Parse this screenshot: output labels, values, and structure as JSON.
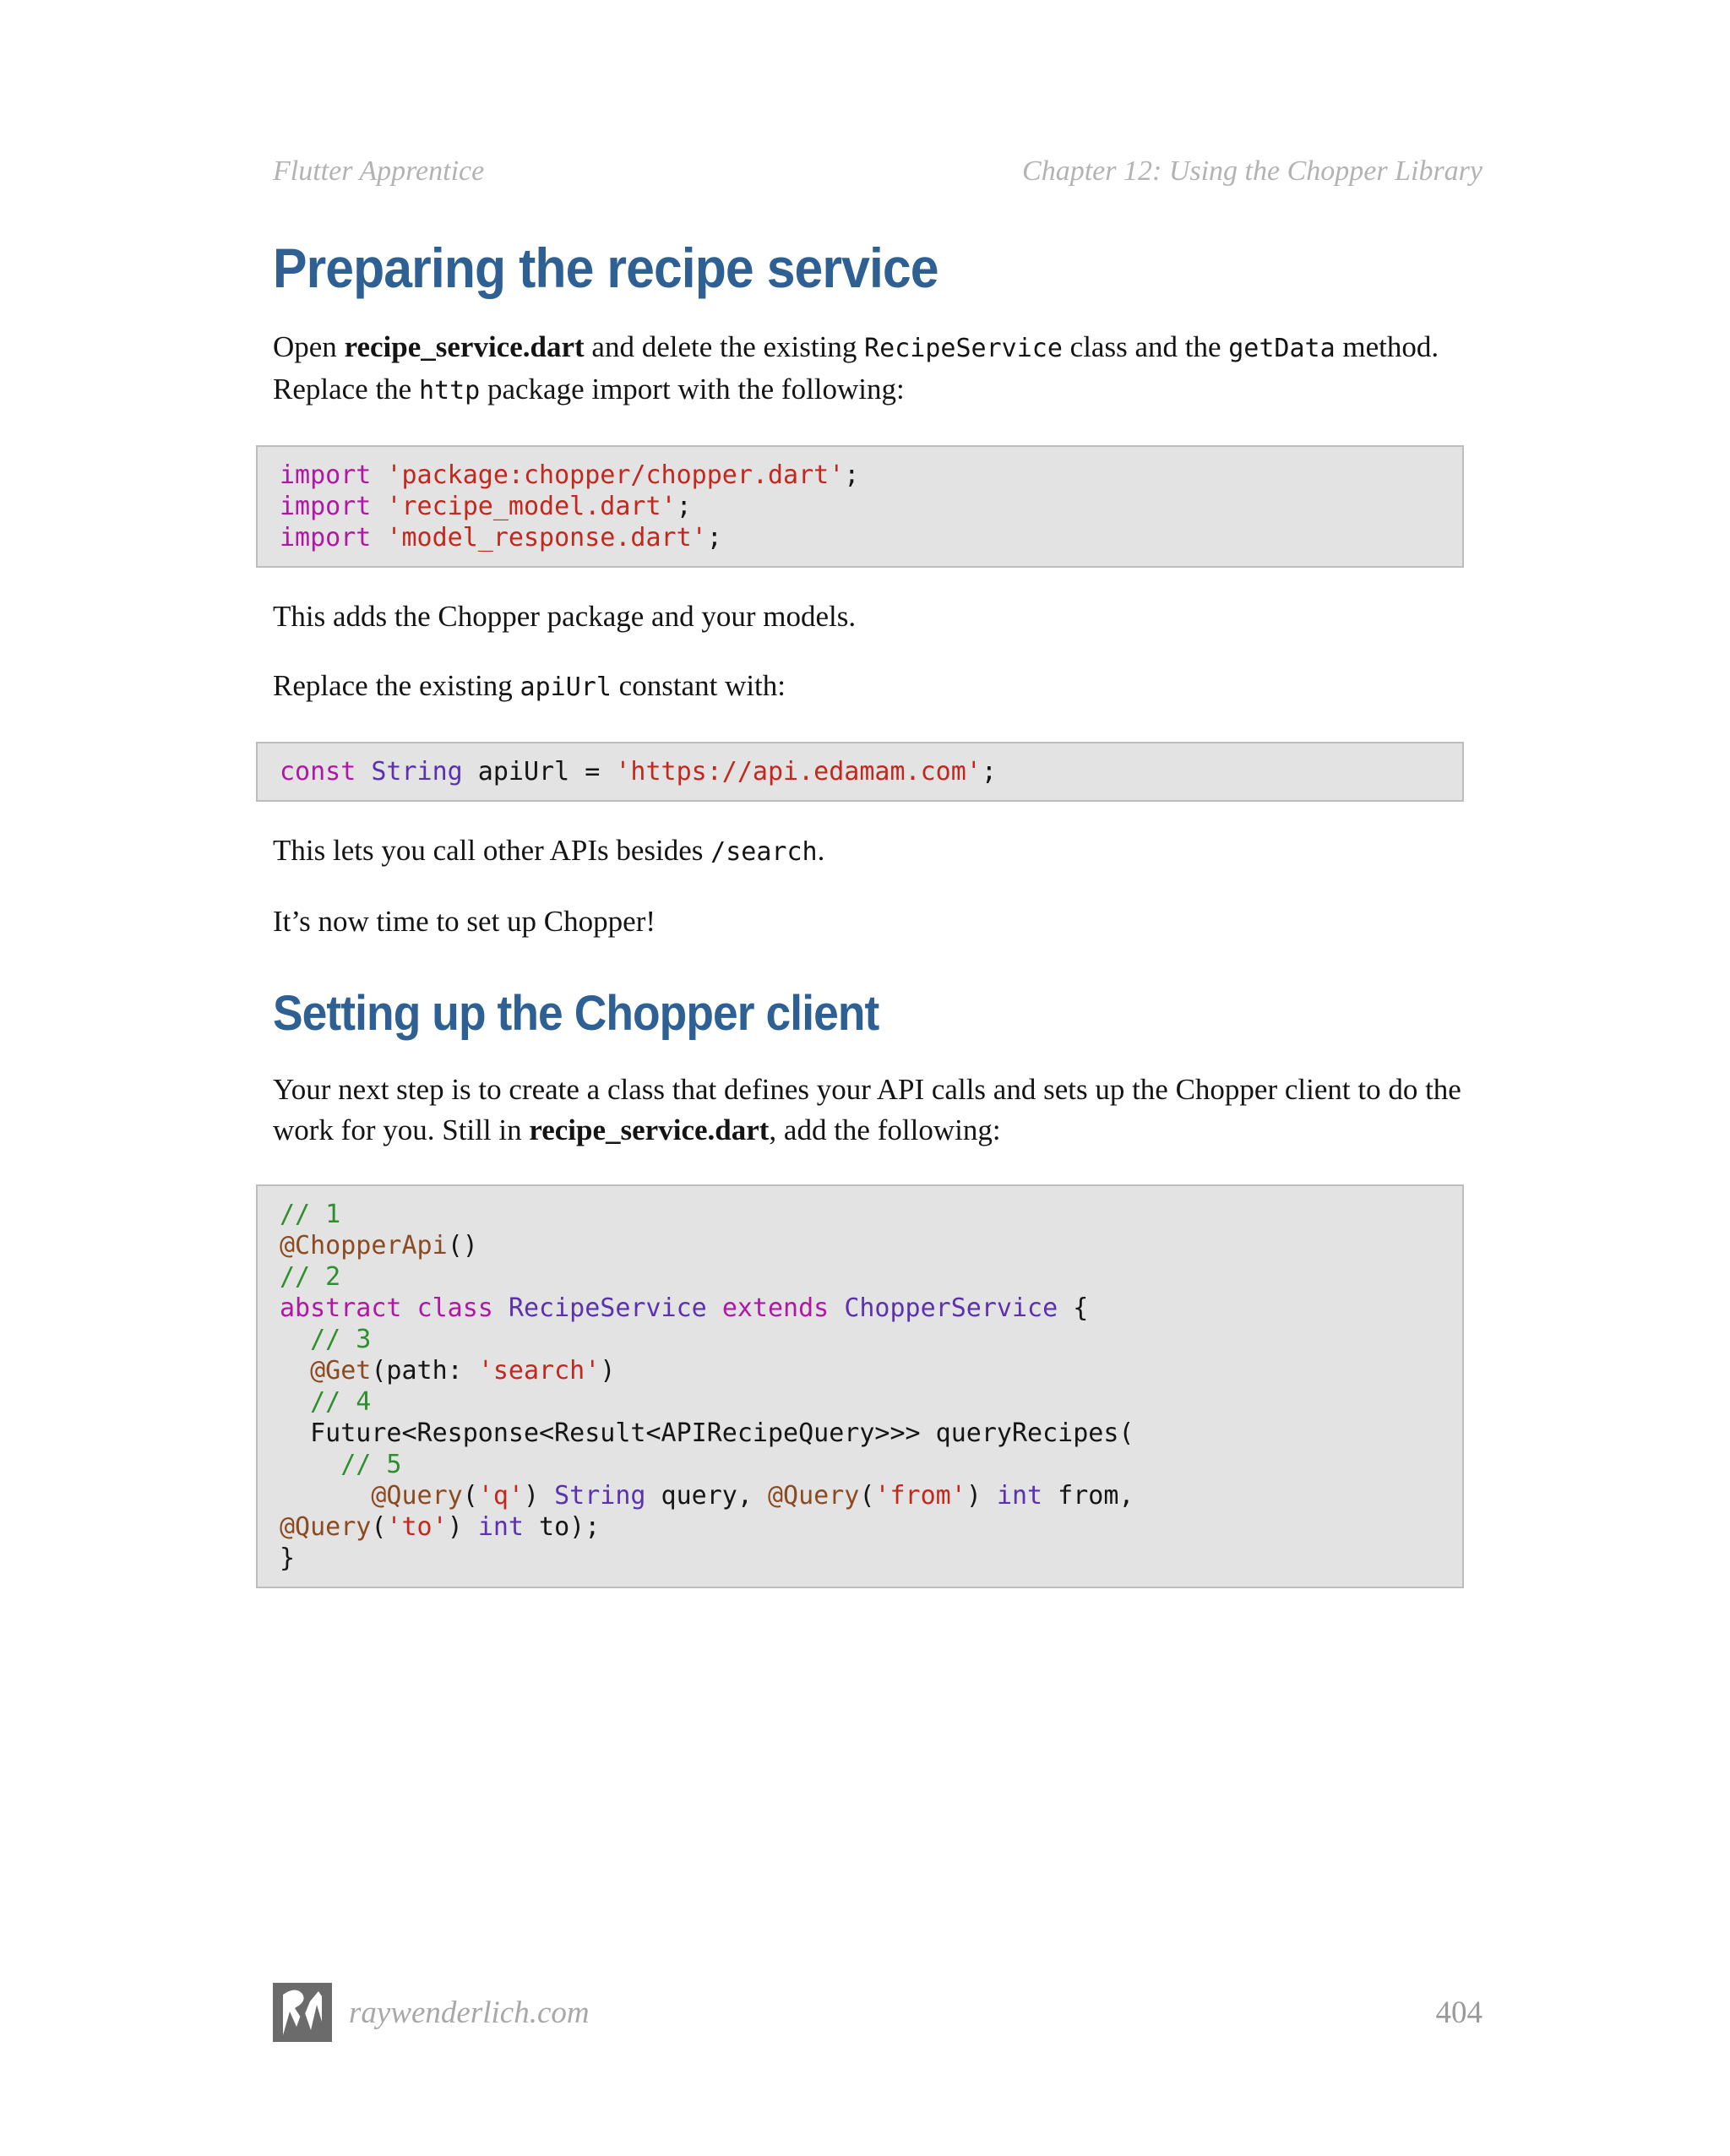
{
  "header": {
    "left": "Flutter Apprentice",
    "right": "Chapter 12: Using the Chopper Library"
  },
  "headings": {
    "h1": "Preparing the recipe service",
    "h2": "Setting up the Chopper client"
  },
  "paragraphs": {
    "p1": [
      [
        "n",
        "Open "
      ],
      [
        "b",
        "recipe_service.dart"
      ],
      [
        "n",
        " and delete the existing "
      ],
      [
        "c",
        "RecipeService"
      ],
      [
        "n",
        " class and the "
      ],
      [
        "c",
        "getData"
      ],
      [
        "n",
        " method. Replace the "
      ],
      [
        "c",
        "http"
      ],
      [
        "n",
        " package import with the following:"
      ]
    ],
    "p2": [
      [
        "n",
        "This adds the Chopper package and your models."
      ]
    ],
    "p3": [
      [
        "n",
        "Replace the existing "
      ],
      [
        "c",
        "apiUrl"
      ],
      [
        "n",
        " constant with:"
      ]
    ],
    "p4": [
      [
        "n",
        "This lets you call other APIs besides "
      ],
      [
        "c",
        "/search"
      ],
      [
        "n",
        "."
      ]
    ],
    "p5": [
      [
        "n",
        "It’s now time to set up Chopper!"
      ]
    ],
    "p6": [
      [
        "n",
        "Your next step is to create a class that defines your API calls and sets up the Chopper client to do the work for you. Still in "
      ],
      [
        "b",
        "recipe_service.dart"
      ],
      [
        "n",
        ", add the following:"
      ]
    ]
  },
  "code_blocks": {
    "block1": [
      [
        [
          "kw",
          "import"
        ],
        [
          "pln",
          " "
        ],
        [
          "str",
          "'package:chopper/chopper.dart'"
        ],
        [
          "pln",
          ";"
        ]
      ],
      [
        [
          "kw",
          "import"
        ],
        [
          "pln",
          " "
        ],
        [
          "str",
          "'recipe_model.dart'"
        ],
        [
          "pln",
          ";"
        ]
      ],
      [
        [
          "kw",
          "import"
        ],
        [
          "pln",
          " "
        ],
        [
          "str",
          "'model_response.dart'"
        ],
        [
          "pln",
          ";"
        ]
      ]
    ],
    "block2": [
      [
        [
          "kw",
          "const"
        ],
        [
          "pln",
          " "
        ],
        [
          "ty",
          "String"
        ],
        [
          "pln",
          " apiUrl = "
        ],
        [
          "str",
          "'https://api.edamam.com'"
        ],
        [
          "pln",
          ";"
        ]
      ]
    ],
    "block3": [
      [
        [
          "com",
          "// 1"
        ]
      ],
      [
        [
          "ann",
          "@ChopperApi"
        ],
        [
          "pln",
          "()"
        ]
      ],
      [
        [
          "com",
          "// 2"
        ]
      ],
      [
        [
          "kw",
          "abstract"
        ],
        [
          "pln",
          " "
        ],
        [
          "kw",
          "class"
        ],
        [
          "pln",
          " "
        ],
        [
          "ty",
          "RecipeService"
        ],
        [
          "pln",
          " "
        ],
        [
          "kw",
          "extends"
        ],
        [
          "pln",
          " "
        ],
        [
          "ty",
          "ChopperService"
        ],
        [
          "pln",
          " {"
        ]
      ],
      [
        [
          "pln",
          "  "
        ],
        [
          "com",
          "// 3"
        ]
      ],
      [
        [
          "pln",
          "  "
        ],
        [
          "ann",
          "@Get"
        ],
        [
          "pln",
          "(path: "
        ],
        [
          "str",
          "'search'"
        ],
        [
          "pln",
          ")"
        ]
      ],
      [
        [
          "pln",
          "  "
        ],
        [
          "com",
          "// 4"
        ]
      ],
      [
        [
          "pln",
          "  Future<Response<Result<APIRecipeQuery>>> queryRecipes("
        ]
      ],
      [
        [
          "pln",
          "    "
        ],
        [
          "com",
          "// 5"
        ]
      ],
      [
        [
          "pln",
          "      "
        ],
        [
          "ann",
          "@Query"
        ],
        [
          "pln",
          "("
        ],
        [
          "str",
          "'q'"
        ],
        [
          "pln",
          ") "
        ],
        [
          "ty",
          "String"
        ],
        [
          "pln",
          " query, "
        ],
        [
          "ann",
          "@Query"
        ],
        [
          "pln",
          "("
        ],
        [
          "str",
          "'from'"
        ],
        [
          "pln",
          ") "
        ],
        [
          "ty",
          "int"
        ],
        [
          "pln",
          " from,"
        ]
      ],
      [
        [
          "ann",
          "@Query"
        ],
        [
          "pln",
          "("
        ],
        [
          "str",
          "'to'"
        ],
        [
          "pln",
          ") "
        ],
        [
          "ty",
          "int"
        ],
        [
          "pln",
          " to);"
        ]
      ],
      [
        [
          "pln",
          "}"
        ]
      ]
    ]
  },
  "footer": {
    "logo_icon": "rw-logo",
    "site": "raywenderlich.com",
    "page_number": "404"
  },
  "colors": {
    "heading_blue": "#2e6093",
    "code_background": "#e3e3e3",
    "code_border": "#bdbdbd",
    "keyword_magenta": "#b116a5",
    "type_purple": "#5a32b0",
    "string_red": "#c3271d",
    "annotation_brown": "#8b4a21",
    "comment_green": "#2e8f2e",
    "header_gray": "#b3b3b3"
  }
}
